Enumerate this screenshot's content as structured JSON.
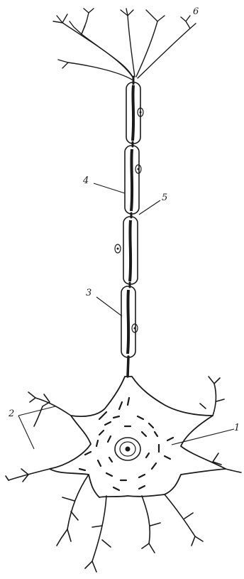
{
  "figure": {
    "labels": {
      "label_1": "1",
      "label_2": "2",
      "label_3": "3",
      "label_4": "4",
      "label_5": "5",
      "label_6": "6"
    },
    "colors": {
      "ink": "#1a1a1a",
      "background": "#ffffff"
    }
  }
}
